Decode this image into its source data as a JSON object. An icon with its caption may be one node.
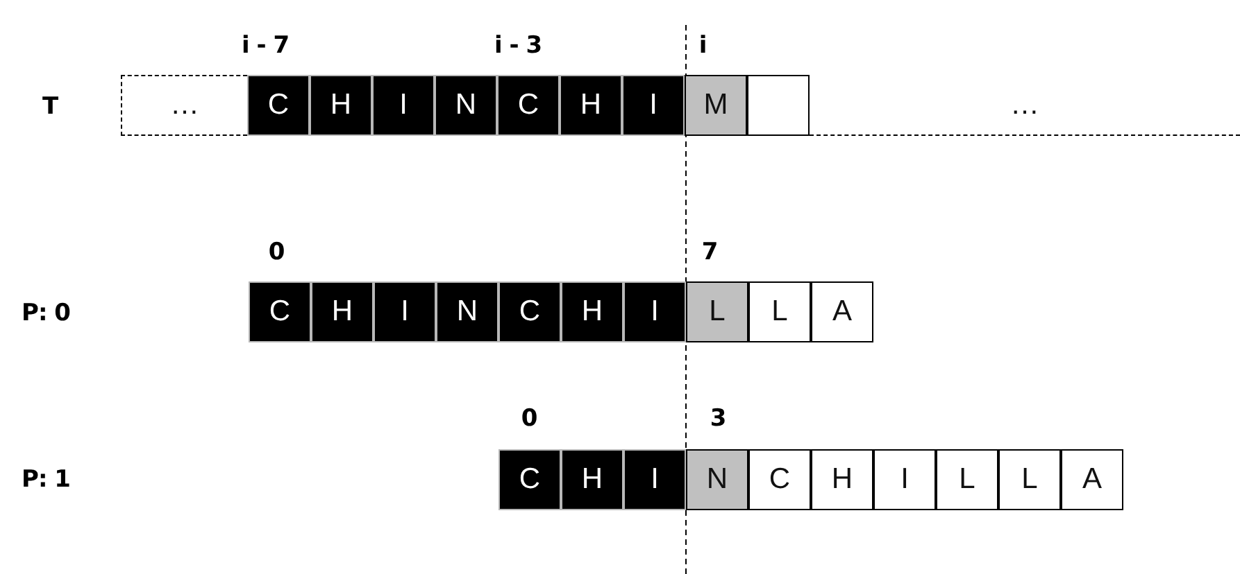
{
  "diagram": {
    "nodes": [
      {
        "text": [
          "…"
        ]
      },
      {
        "text": [
          "C"
        ]
      },
      {
        "text": [
          "H"
        ]
      },
      {
        "text": [
          "I"
        ]
      },
      {
        "text": [
          "N"
        ]
      },
      {
        "text": [
          "C"
        ]
      },
      {
        "text": [
          "H"
        ]
      },
      {
        "text": [
          "I"
        ]
      },
      {
        "text": [
          "M"
        ]
      },
      {
        "text": [],
        "shape": "box"
      },
      {
        "text": [
          "…"
        ]
      },
      {
        "text": [
          "C"
        ]
      },
      {
        "text": [
          "H"
        ]
      },
      {
        "text": [
          "I"
        ]
      },
      {
        "text": [
          "N"
        ]
      },
      {
        "text": [
          "C"
        ]
      },
      {
        "text": [
          "H"
        ]
      },
      {
        "text": [
          "I"
        ]
      },
      {
        "text": [
          "L"
        ]
      },
      {
        "text": [
          "L"
        ]
      },
      {
        "text": [
          "A"
        ]
      },
      {
        "text": [
          "C"
        ]
      },
      {
        "text": [
          "H"
        ]
      },
      {
        "text": [
          "I"
        ]
      },
      {
        "text": [
          "N"
        ]
      },
      {
        "text": [
          "C"
        ]
      },
      {
        "text": [
          "H"
        ]
      },
      {
        "text": [
          "I"
        ]
      },
      {
        "text": [
          "L"
        ]
      },
      {
        "text": [
          "L"
        ]
      },
      {
        "text": [
          "A"
        ]
      }
    ],
    "edges": [],
    "labels": [
      "i - 7",
      "i - 3",
      "i",
      "T",
      "0",
      "7",
      "P: 0",
      "0",
      "3",
      "P: 1"
    ]
  }
}
